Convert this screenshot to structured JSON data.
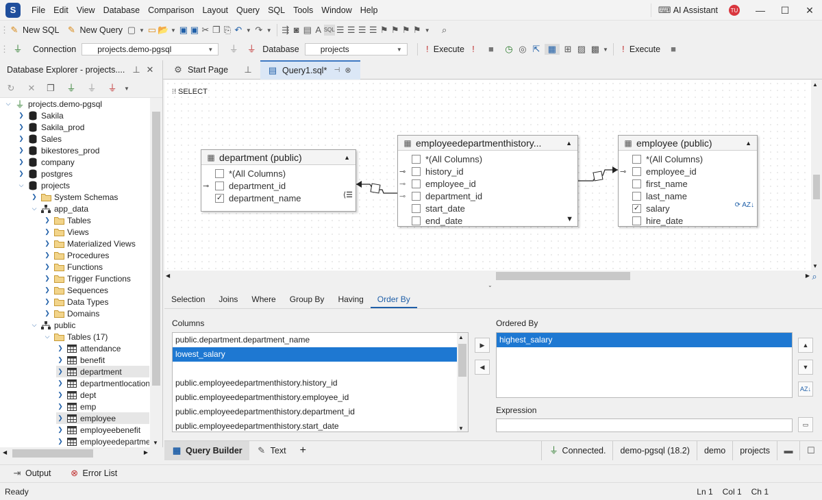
{
  "menu": [
    "File",
    "Edit",
    "View",
    "Database",
    "Comparison",
    "Layout",
    "Query",
    "SQL",
    "Tools",
    "Window",
    "Help"
  ],
  "title_right": {
    "ai_assistant": "AI Assistant",
    "avatar": "TU"
  },
  "toolbar1": {
    "new_sql": "New SQL",
    "new_query": "New Query"
  },
  "toolbar2": {
    "connection_label": "Connection",
    "connection_value": "projects.demo-pgsql",
    "database_label": "Database",
    "database_value": "projects",
    "execute_label": "Execute",
    "execute_label2": "Execute"
  },
  "explorer": {
    "title": "Database Explorer - projects....",
    "tree": [
      {
        "label": "projects.demo-pgsql",
        "level": 0,
        "icon": "plug",
        "open": true
      },
      {
        "label": "Sakila",
        "level": 1,
        "icon": "db"
      },
      {
        "label": "Sakila_prod",
        "level": 1,
        "icon": "db"
      },
      {
        "label": "Sales",
        "level": 1,
        "icon": "db"
      },
      {
        "label": "bikestores_prod",
        "level": 1,
        "icon": "db"
      },
      {
        "label": "company",
        "level": 1,
        "icon": "db"
      },
      {
        "label": "postgres",
        "level": 1,
        "icon": "db"
      },
      {
        "label": "projects",
        "level": 1,
        "icon": "db",
        "open": true
      },
      {
        "label": "System Schemas",
        "level": 2,
        "icon": "folder"
      },
      {
        "label": "app_data",
        "level": 2,
        "icon": "schema",
        "open": true
      },
      {
        "label": "Tables",
        "level": 3,
        "icon": "folder"
      },
      {
        "label": "Views",
        "level": 3,
        "icon": "folder"
      },
      {
        "label": "Materialized Views",
        "level": 3,
        "icon": "folder"
      },
      {
        "label": "Procedures",
        "level": 3,
        "icon": "folder"
      },
      {
        "label": "Functions",
        "level": 3,
        "icon": "folder"
      },
      {
        "label": "Trigger Functions",
        "level": 3,
        "icon": "folder"
      },
      {
        "label": "Sequences",
        "level": 3,
        "icon": "folder"
      },
      {
        "label": "Data Types",
        "level": 3,
        "icon": "folder"
      },
      {
        "label": "Domains",
        "level": 3,
        "icon": "folder"
      },
      {
        "label": "public",
        "level": 2,
        "icon": "schema",
        "open": true
      },
      {
        "label": "Tables (17)",
        "level": 3,
        "icon": "folder",
        "open": true
      },
      {
        "label": "attendance",
        "level": 4,
        "icon": "table"
      },
      {
        "label": "benefit",
        "level": 4,
        "icon": "table"
      },
      {
        "label": "department",
        "level": 4,
        "icon": "table",
        "selected": true
      },
      {
        "label": "departmentlocation",
        "level": 4,
        "icon": "table"
      },
      {
        "label": "dept",
        "level": 4,
        "icon": "table"
      },
      {
        "label": "emp",
        "level": 4,
        "icon": "table"
      },
      {
        "label": "employee",
        "level": 4,
        "icon": "table",
        "selected": true
      },
      {
        "label": "employeebenefit",
        "level": 4,
        "icon": "table"
      },
      {
        "label": "employeedepartmer",
        "level": 4,
        "icon": "table"
      }
    ]
  },
  "tabs": {
    "start_page": "Start Page",
    "query": "Query1.sql*"
  },
  "canvas": {
    "select_label": "SELECT",
    "tables": [
      {
        "title": "department (public)",
        "fields": [
          {
            "name": "*(All Columns)",
            "checked": false
          },
          {
            "name": "department_id",
            "checked": false,
            "key": "pk"
          },
          {
            "name": "department_name",
            "checked": true
          }
        ]
      },
      {
        "title": "employeedepartmenthistory...",
        "fields": [
          {
            "name": "*(All Columns)",
            "checked": false
          },
          {
            "name": "history_id",
            "checked": false,
            "key": "pk"
          },
          {
            "name": "employee_id",
            "checked": false,
            "key": "fk"
          },
          {
            "name": "department_id",
            "checked": false,
            "key": "fk"
          },
          {
            "name": "start_date",
            "checked": false
          },
          {
            "name": "end_date",
            "checked": false
          }
        ]
      },
      {
        "title": "employee (public)",
        "fields": [
          {
            "name": "*(All Columns)",
            "checked": false
          },
          {
            "name": "employee_id",
            "checked": false,
            "key": "pk"
          },
          {
            "name": "first_name",
            "checked": false
          },
          {
            "name": "last_name",
            "checked": false
          },
          {
            "name": "salary",
            "checked": true
          },
          {
            "name": "hire_date",
            "checked": false
          }
        ]
      }
    ]
  },
  "subtabs": [
    "Selection",
    "Joins",
    "Where",
    "Group By",
    "Having",
    "Order By"
  ],
  "active_subtab": "Order By",
  "orderby": {
    "columns_label": "Columns",
    "columns": [
      "public.department.department_name",
      "lowest_salary",
      "",
      "public.employeedepartmenthistory.history_id",
      "public.employeedepartmenthistory.employee_id",
      "public.employeedepartmenthistory.department_id",
      "public.employeedepartmenthistory.start_date"
    ],
    "selected_column": "lowest_salary",
    "ordered_label": "Ordered By",
    "ordered": [
      "highest_salary"
    ],
    "expression_label": "Expression",
    "expression_value": ""
  },
  "bottom": {
    "query_builder": "Query Builder",
    "text": "Text",
    "connected": "Connected.",
    "server": "demo-pgsql (18.2)",
    "user": "demo",
    "database": "projects"
  },
  "output": {
    "output": "Output",
    "error_list": "Error List"
  },
  "status": {
    "ready": "Ready",
    "ln": "Ln 1",
    "col": "Col 1",
    "ch": "Ch 1"
  },
  "colors": {
    "accent": "#1e78d2",
    "tab_active": "#dbe7f6"
  }
}
